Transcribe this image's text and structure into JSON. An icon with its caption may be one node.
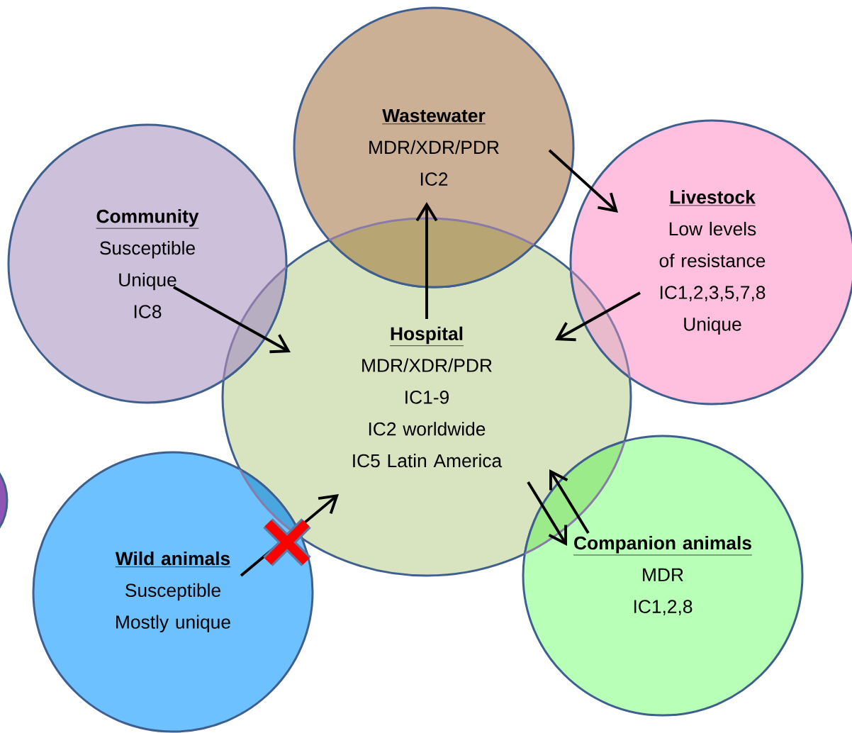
{
  "diagram": {
    "nodes": [
      {
        "text": [
          "Wastewater",
          "MDR/XDR/PDR",
          "IC2"
        ]
      },
      {
        "text": [
          "Community",
          "Susceptible",
          "Unique",
          "IC8"
        ]
      },
      {
        "text": [
          "Livestock",
          "Low levels of resistance",
          "IC1,2,3,5,7,8",
          "Unique"
        ]
      },
      {
        "text": [
          "Hospital",
          "MDR/XDR/PDR",
          "IC1-9",
          "IC2 worldwide",
          "IC5 Latin America"
        ]
      },
      {
        "text": [],
        "shape": "circle"
      },
      {
        "text": [
          "Wild animals",
          "Susceptible",
          "Mostly unique"
        ]
      },
      {
        "text": [
          "Companion animals",
          "MDR",
          "IC1,2,8"
        ]
      }
    ],
    "edges": [
      {
        "from": 3,
        "to": 0,
        "arrow": "to"
      },
      {
        "from": 0,
        "to": 2,
        "arrow": "to"
      },
      {
        "from": 2,
        "to": 3,
        "arrow": "to"
      },
      {
        "from": 1,
        "to": 3,
        "arrow": "to"
      },
      {
        "from": 5,
        "to": 3,
        "arrow": "to"
      },
      {
        "from": 3,
        "to": 6,
        "arrow": "to"
      },
      {
        "from": 6,
        "to": 3,
        "arrow": "to"
      }
    ]
  }
}
